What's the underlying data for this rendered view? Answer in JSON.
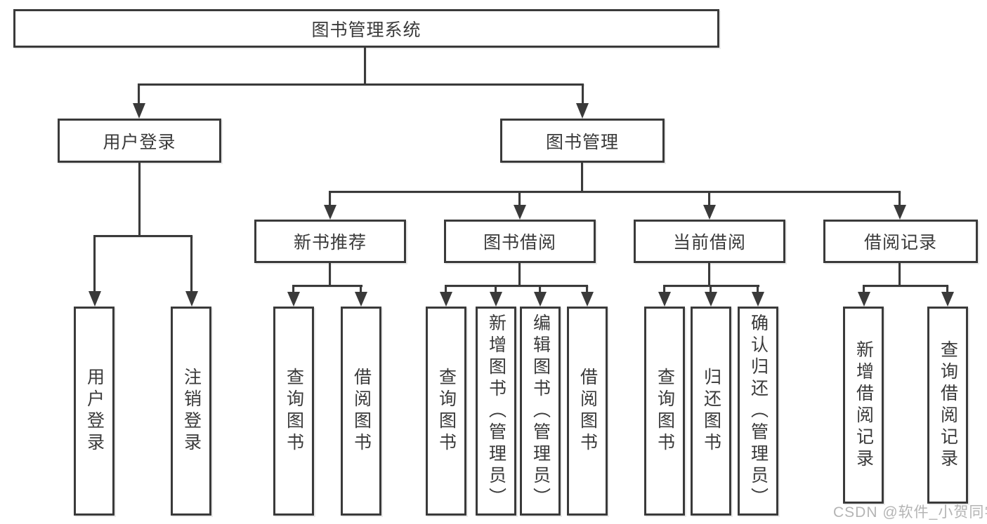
{
  "watermark": "CSDN @软件_小贺同学",
  "colors": {
    "line": "#3a3a3a",
    "text": "#3a3a3a",
    "watermark": "#a8a8a8",
    "background": "#ffffff"
  },
  "tree": {
    "label": "图书管理系统",
    "children": [
      {
        "label": "用户登录",
        "children": [
          {
            "label": "用户登录"
          },
          {
            "label": "注销登录"
          }
        ]
      },
      {
        "label": "图书管理",
        "children": [
          {
            "label": "新书推荐",
            "children": [
              {
                "label": "查询图书"
              },
              {
                "label": "借阅图书"
              }
            ]
          },
          {
            "label": "图书借阅",
            "children": [
              {
                "label": "查询图书"
              },
              {
                "label": "新增图书（管理员）"
              },
              {
                "label": "编辑图书（管理员）"
              },
              {
                "label": "借阅图书"
              }
            ]
          },
          {
            "label": "当前借阅",
            "children": [
              {
                "label": "查询图书"
              },
              {
                "label": "归还图书"
              },
              {
                "label": "确认归还（管理员）"
              }
            ]
          },
          {
            "label": "借阅记录",
            "children": [
              {
                "label": "新增借阅记录"
              },
              {
                "label": "查询借阅记录"
              }
            ]
          }
        ]
      }
    ]
  }
}
